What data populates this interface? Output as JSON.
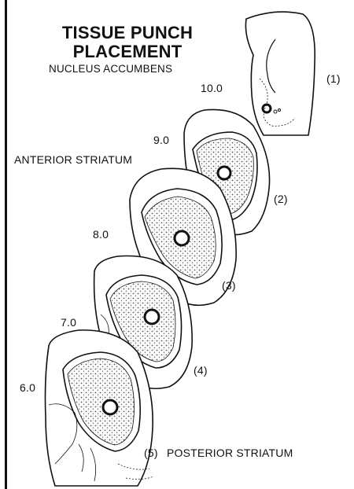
{
  "title_line1": "TISSUE PUNCH",
  "title_line2": "PLACEMENT",
  "subtitle": "NUCLEUS ACCUMBENS",
  "region_anterior": "ANTERIOR STRIATUM",
  "region_posterior": "POSTERIOR STRIATUM",
  "sections": [
    {
      "label": "(1)",
      "level": "10.0"
    },
    {
      "label": "(2)",
      "level": "9.0"
    },
    {
      "label": "(3)",
      "level": "8.0"
    },
    {
      "label": "(4)",
      "level": "7.0"
    },
    {
      "label": "(5)",
      "level": "6.0"
    }
  ]
}
